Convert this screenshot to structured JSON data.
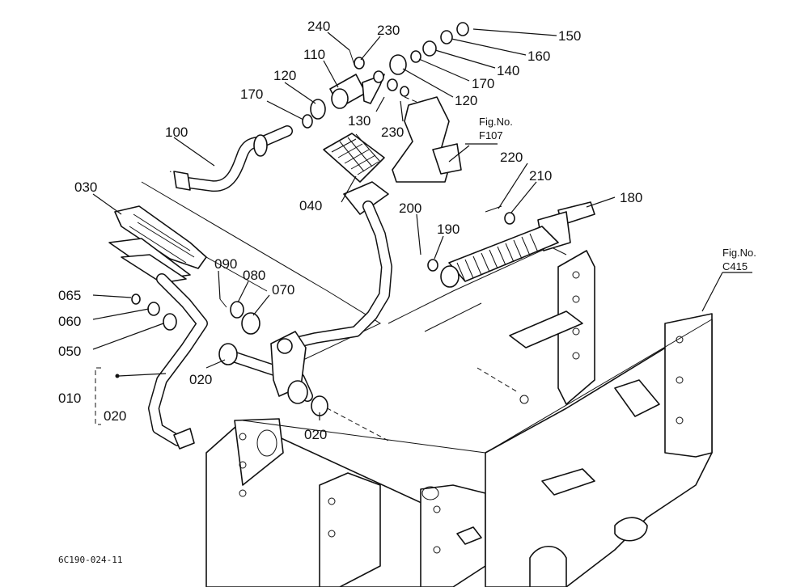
{
  "figure_code": "6C190-024-11",
  "refs": {
    "f107_title": "Fig.No.",
    "f107_no": "F107",
    "c415_title": "Fig.No.",
    "c415_no": "C415"
  },
  "labels": {
    "p240": "240",
    "p230a": "230",
    "p150": "150",
    "p160": "160",
    "p110": "110",
    "p140": "140",
    "p120a": "120",
    "p170a": "170",
    "p170b": "170",
    "p120b": "120",
    "p130": "130",
    "p230b": "230",
    "p100": "100",
    "p220": "220",
    "p210": "210",
    "p180": "180",
    "p030": "030",
    "p040": "040",
    "p200": "200",
    "p190": "190",
    "p090": "090",
    "p080": "080",
    "p070": "070",
    "p065": "065",
    "p060": "060",
    "p050": "050",
    "p020a": "020",
    "p010": "010",
    "p020b": "020",
    "p020c": "020"
  }
}
